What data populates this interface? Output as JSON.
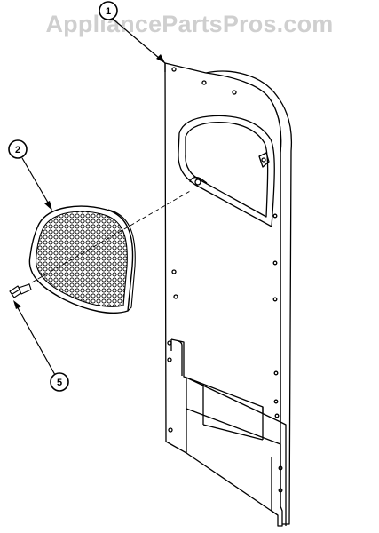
{
  "watermark": "AppliancePartsPros.com",
  "callouts": [
    {
      "id": "1",
      "label": "1"
    },
    {
      "id": "2",
      "label": "2"
    },
    {
      "id": "5",
      "label": "5"
    }
  ],
  "colors": {
    "line": "#000000",
    "watermark": "#cfcfcf",
    "background": "#ffffff"
  }
}
